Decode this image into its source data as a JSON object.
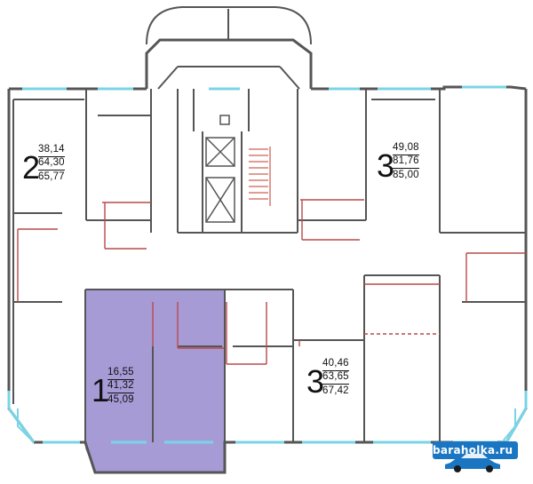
{
  "title": "Floor plan",
  "colors": {
    "wall": "#555555",
    "interior_wall": "#b94a4a",
    "door": "#7b2b7e",
    "window": "#79d4e6",
    "highlight": "#a79bd6",
    "stair": "#c0392b",
    "fixture": "#2a6fb0",
    "watermark": "#1a76c2"
  },
  "apartments": [
    {
      "rooms": "2",
      "living_area": "38,14",
      "total_area": "64,30",
      "area_with_balcony": "65,77",
      "highlighted": false
    },
    {
      "rooms": "3",
      "living_area": "49,08",
      "total_area": "81,76",
      "area_with_balcony": "85,00",
      "highlighted": false
    },
    {
      "rooms": "1",
      "living_area": "16,55",
      "total_area": "41,32",
      "area_with_balcony": "45,09",
      "highlighted": true
    },
    {
      "rooms": "3",
      "living_area": "40,46",
      "total_area": "63,65",
      "area_with_balcony": "67,42",
      "highlighted": false
    }
  ],
  "watermark": {
    "text": "baraholka.ru",
    "icon": "car-icon"
  }
}
